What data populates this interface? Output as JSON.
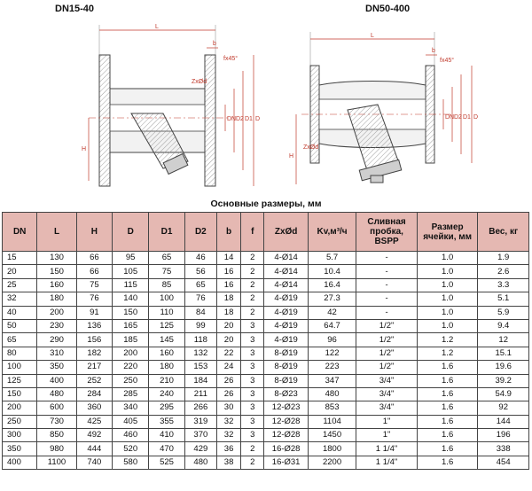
{
  "captions": {
    "left": "DN15-40",
    "right": "DN50-400"
  },
  "drawing_labels": {
    "left": {
      "L": "L",
      "b": "b",
      "fx45": "fx45°",
      "H": "H",
      "D": "D",
      "D1": "D1",
      "D2": "D2",
      "DN": "DN",
      "ZxOd": "ZxØd"
    },
    "right": {
      "L": "L",
      "b": "b",
      "fx45": "fx45°",
      "H": "H",
      "DN": "DN",
      "D2": "D2",
      "D1": "D1",
      "D": "D",
      "ZxOd": "ZxØd"
    }
  },
  "table_title": "Основные размеры, мм",
  "table": {
    "headers": [
      "DN",
      "L",
      "H",
      "D",
      "D1",
      "D2",
      "b",
      "f",
      "ZxØd",
      "Kv,м³/ч",
      "Сливная пробка, BSPP",
      "Размер ячейки, мм",
      "Вес, кг"
    ],
    "rows": [
      [
        "15",
        "130",
        "66",
        "95",
        "65",
        "46",
        "14",
        "2",
        "4-Ø14",
        "5.7",
        "-",
        "1.0",
        "1.9"
      ],
      [
        "20",
        "150",
        "66",
        "105",
        "75",
        "56",
        "16",
        "2",
        "4-Ø14",
        "10.4",
        "-",
        "1.0",
        "2.6"
      ],
      [
        "25",
        "160",
        "75",
        "115",
        "85",
        "65",
        "16",
        "2",
        "4-Ø14",
        "16.4",
        "-",
        "1.0",
        "3.3"
      ],
      [
        "32",
        "180",
        "76",
        "140",
        "100",
        "76",
        "18",
        "2",
        "4-Ø19",
        "27.3",
        "-",
        "1.0",
        "5.1"
      ],
      [
        "40",
        "200",
        "91",
        "150",
        "110",
        "84",
        "18",
        "2",
        "4-Ø19",
        "42",
        "-",
        "1.0",
        "5.9"
      ],
      [
        "50",
        "230",
        "136",
        "165",
        "125",
        "99",
        "20",
        "3",
        "4-Ø19",
        "64.7",
        "1/2\"",
        "1.0",
        "9.4"
      ],
      [
        "65",
        "290",
        "156",
        "185",
        "145",
        "118",
        "20",
        "3",
        "4-Ø19",
        "96",
        "1/2\"",
        "1.2",
        "12"
      ],
      [
        "80",
        "310",
        "182",
        "200",
        "160",
        "132",
        "22",
        "3",
        "8-Ø19",
        "122",
        "1/2\"",
        "1.2",
        "15.1"
      ],
      [
        "100",
        "350",
        "217",
        "220",
        "180",
        "153",
        "24",
        "3",
        "8-Ø19",
        "223",
        "1/2\"",
        "1.6",
        "19.6"
      ],
      [
        "125",
        "400",
        "252",
        "250",
        "210",
        "184",
        "26",
        "3",
        "8-Ø19",
        "347",
        "3/4\"",
        "1.6",
        "39.2"
      ],
      [
        "150",
        "480",
        "284",
        "285",
        "240",
        "211",
        "26",
        "3",
        "8-Ø23",
        "480",
        "3/4\"",
        "1.6",
        "54.9"
      ],
      [
        "200",
        "600",
        "360",
        "340",
        "295",
        "266",
        "30",
        "3",
        "12-Ø23",
        "853",
        "3/4\"",
        "1.6",
        "92"
      ],
      [
        "250",
        "730",
        "425",
        "405",
        "355",
        "319",
        "32",
        "3",
        "12-Ø28",
        "1104",
        "1\"",
        "1.6",
        "144"
      ],
      [
        "300",
        "850",
        "492",
        "460",
        "410",
        "370",
        "32",
        "3",
        "12-Ø28",
        "1450",
        "1\"",
        "1.6",
        "196"
      ],
      [
        "350",
        "980",
        "444",
        "520",
        "470",
        "429",
        "36",
        "2",
        "16-Ø28",
        "1800",
        "1 1/4\"",
        "1.6",
        "338"
      ],
      [
        "400",
        "1100",
        "740",
        "580",
        "525",
        "480",
        "38",
        "2",
        "16-Ø31",
        "2200",
        "1 1/4\"",
        "1.6",
        "454"
      ]
    ]
  }
}
